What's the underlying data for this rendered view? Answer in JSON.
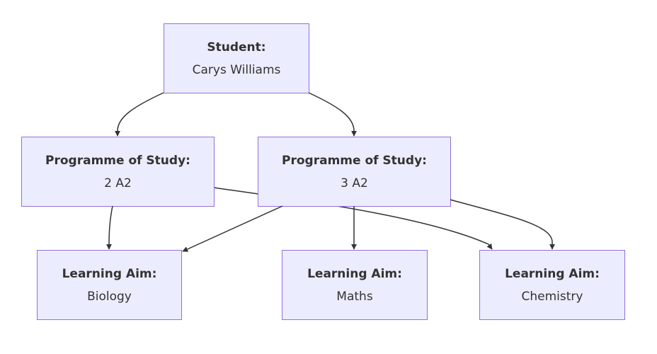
{
  "diagram": {
    "type": "flowchart",
    "direction": "top-down",
    "colors": {
      "node_fill": "#ececff",
      "node_stroke": "#9370db",
      "text": "#333333",
      "edge": "#333333"
    },
    "nodes": {
      "student": {
        "title": "Student:",
        "value": "Carys Williams"
      },
      "pos2": {
        "title": "Programme of Study:",
        "value": "2 A2"
      },
      "pos3": {
        "title": "Programme of Study:",
        "value": "3 A2"
      },
      "bio": {
        "title": "Learning Aim:",
        "value": "Biology"
      },
      "maths": {
        "title": "Learning Aim:",
        "value": "Maths"
      },
      "chem": {
        "title": "Learning Aim:",
        "value": "Chemistry"
      }
    },
    "edges": [
      {
        "from": "student",
        "to": "pos2"
      },
      {
        "from": "student",
        "to": "pos3"
      },
      {
        "from": "pos2",
        "to": "bio"
      },
      {
        "from": "pos2",
        "to": "chem"
      },
      {
        "from": "pos3",
        "to": "bio"
      },
      {
        "from": "pos3",
        "to": "maths"
      },
      {
        "from": "pos3",
        "to": "chem"
      }
    ]
  }
}
